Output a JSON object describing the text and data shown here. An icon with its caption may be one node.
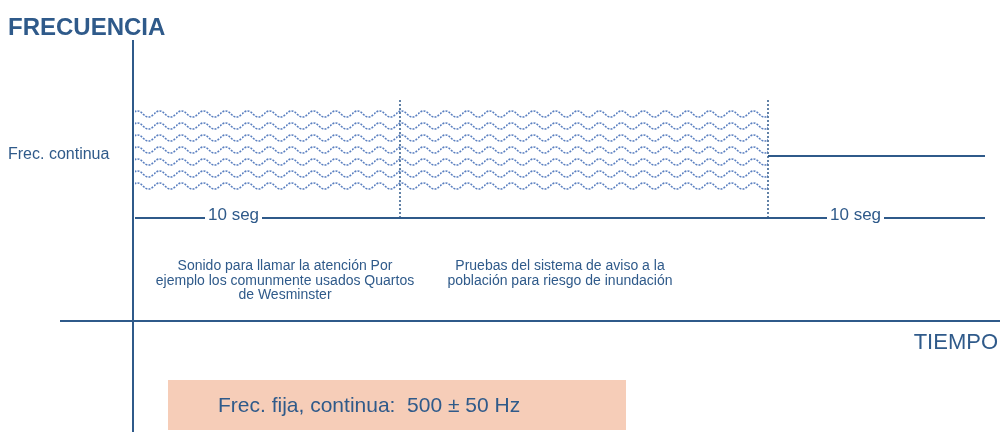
{
  "diagram": {
    "nodes": [
      {
        "text": [
          "Frec. fija, continua:  500 ± 50 Hz"
        ]
      }
    ],
    "labels": [
      "FRECUENCIA",
      "Frec. continua",
      "10 seg",
      "10 seg",
      "Sonido para llamar la atención Por ejemplo los comunmente usados Quartos de Wesminster",
      "Pruebas del sistema de aviso a la población para riesgo de inundación",
      "TIEMPO"
    ]
  }
}
